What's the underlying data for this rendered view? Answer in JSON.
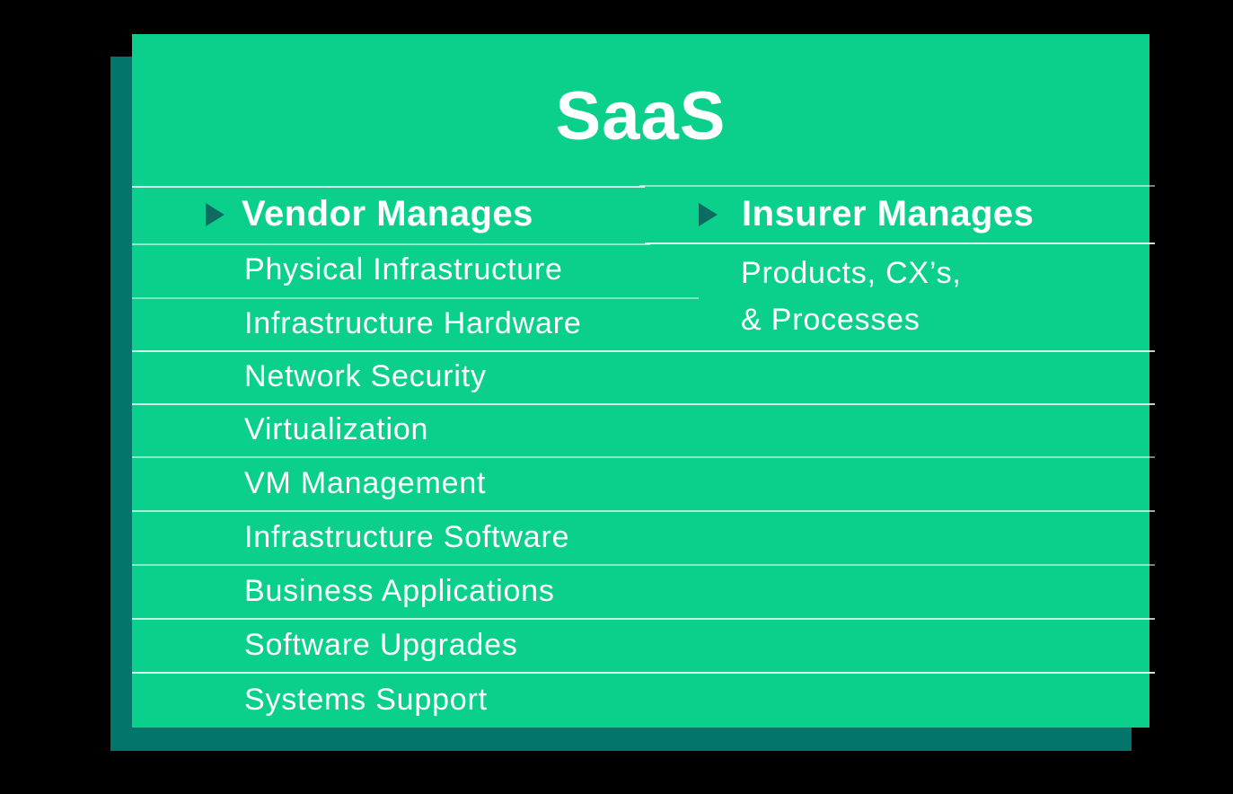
{
  "title": "SaaS",
  "left_column": {
    "header": "Vendor Manages",
    "items": [
      "Physical Infrastructure",
      "Infrastructure Hardware",
      "Network Security",
      "Virtualization",
      "VM Management",
      "Infrastructure Software",
      "Business Applications",
      "Software Upgrades",
      "Systems Support"
    ]
  },
  "right_column": {
    "header": "Insurer Manages",
    "item_lines": [
      "Products, CX’s,",
      "& Processes"
    ]
  },
  "icons": {
    "bullet": "triangle-right-icon"
  },
  "colors": {
    "card": "#0bd08c",
    "shadow": "#04756a",
    "bullet": "#0d6b61",
    "background": "#000000",
    "text": "#ffffff"
  }
}
